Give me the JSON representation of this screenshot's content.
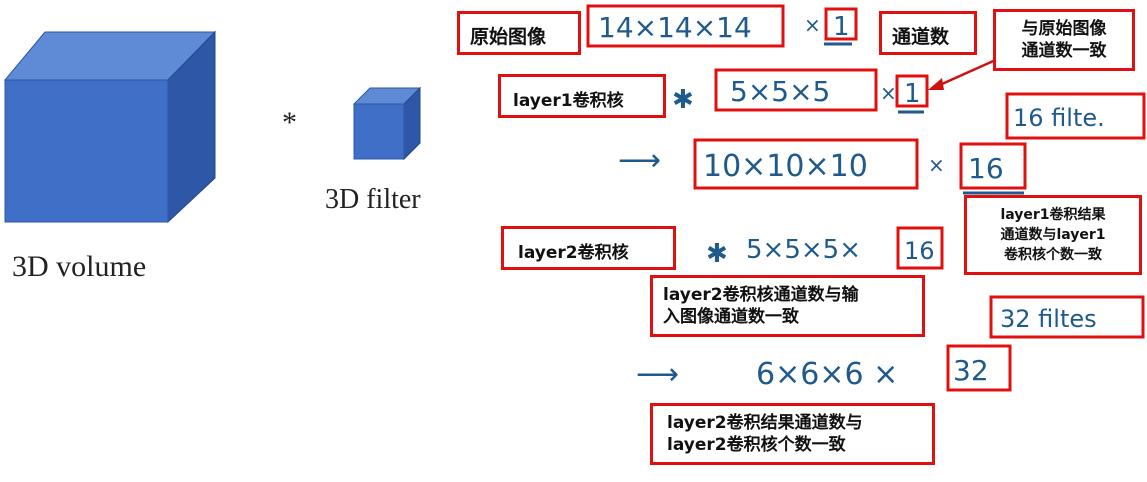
{
  "left": {
    "volume_caption": "3D volume",
    "operator": "*",
    "filter_caption": "3D filter",
    "cube_color": "#3f6fc6"
  },
  "handwriting": {
    "input_dims": "14×14×14",
    "input_x": "×",
    "input_channels": "1",
    "l1_star": "✱",
    "l1_kernel": "5×5×5",
    "l1_x": "×",
    "l1_channels": "1",
    "l1_filters_note": "16 filte.",
    "l1_result_arrow": "⟶",
    "l1_result_dims": "10×10×10",
    "l1_result_x": "×",
    "l1_result_channels": "16",
    "l2_star": "✱",
    "l2_kernel": "5×5×5×",
    "l2_channels": "16",
    "l2_filters_note": "32 filtes",
    "l2_result_arrow": "⟶",
    "l2_result_dims": "6×6×6 ×",
    "l2_result_channels": "32"
  },
  "labels": {
    "original_image": "原始图像",
    "channels": "通道数",
    "same_channels_line1": "与原始图像",
    "same_channels_line2": "通道数一致",
    "layer1_kernel": "layer1卷积核",
    "layer1_result_line1": "layer1卷积结果",
    "layer1_result_line2": "通道数与layer1",
    "layer1_result_line3": "卷积核个数一致",
    "layer2_kernel": "layer2卷积核",
    "layer2_channels_line1": "layer2卷积核通道数与输",
    "layer2_channels_line2": "入图像通道数一致",
    "layer2_result_line1": "layer2卷积结果通道数与",
    "layer2_result_line2": "layer2卷积核个数一致"
  }
}
